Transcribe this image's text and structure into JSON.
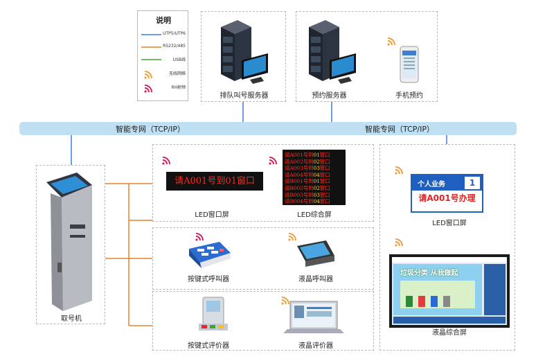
{
  "legend": {
    "title": "说明",
    "items": [
      {
        "label": "UTP5/UTP6",
        "color": "#3a7fd5",
        "type": "line"
      },
      {
        "label": "RS232/485",
        "color": "#e8822a",
        "type": "line"
      },
      {
        "label": "USB线",
        "color": "#3aa53a",
        "type": "line"
      },
      {
        "label": "无线网络",
        "color": "#f0a03a",
        "type": "wifi-icon"
      },
      {
        "label": "RH射频",
        "color": "#d6245a",
        "type": "wifi-icon"
      }
    ]
  },
  "network": {
    "left_label": "智能专网（TCP/IP）",
    "right_label": "智能专网（TCP/IP）"
  },
  "devices": {
    "queue_server": "排队叫号服务器",
    "booking_server": "预约服务器",
    "mobile_booking": "手机预约",
    "ticket_machine": "取号机",
    "led_window_screen": "LED窗口屏",
    "led_combined_screen": "LED综合屏",
    "keypad_caller": "按键式呼叫器",
    "lcd_caller": "液晶呼叫器",
    "keypad_evaluator": "按键式评价器",
    "lcd_evaluator": "液晶评价器",
    "led_window_screen_right": "LED窗口屏",
    "lcd_combined_screen": "液晶综合屏"
  },
  "led_window_text": "请A001号到01窗口",
  "led_grid_rows": [
    {
      "prefix": "请A001号到",
      "num": "01",
      "suffix": "窗口"
    },
    {
      "prefix": "请A002号到",
      "num": "02",
      "suffix": "窗口"
    },
    {
      "prefix": "请A003号到",
      "num": "03",
      "suffix": "窗口"
    },
    {
      "prefix": "请A004号到",
      "num": "04",
      "suffix": "窗口"
    },
    {
      "prefix": "请B001号到",
      "num": "01",
      "suffix": "窗口"
    },
    {
      "prefix": "请B002号到",
      "num": "02",
      "suffix": "窗口"
    },
    {
      "prefix": "请B003号到",
      "num": "03",
      "suffix": "窗口"
    },
    {
      "prefix": "请B004号到",
      "num": "04",
      "suffix": "窗口"
    }
  ],
  "window_plate": {
    "business": "个人业务",
    "number": "1",
    "text": "请A001号办理"
  },
  "lcd_screen_banner": "垃圾分类 从我做起"
}
